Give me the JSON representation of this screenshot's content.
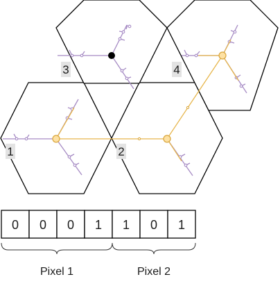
{
  "hex_labels": [
    "1",
    "2",
    "3",
    "4"
  ],
  "bits": [
    "0",
    "0",
    "0",
    "1",
    "1",
    "0",
    "1"
  ],
  "pixel_labels": [
    "Pixel 1",
    "Pixel 2"
  ],
  "colors": {
    "purple": "#a68bc4",
    "gold_line": "#e6b54a",
    "gold_node_fill": "#fde1a3",
    "label_background": "#e3e3e3"
  }
}
